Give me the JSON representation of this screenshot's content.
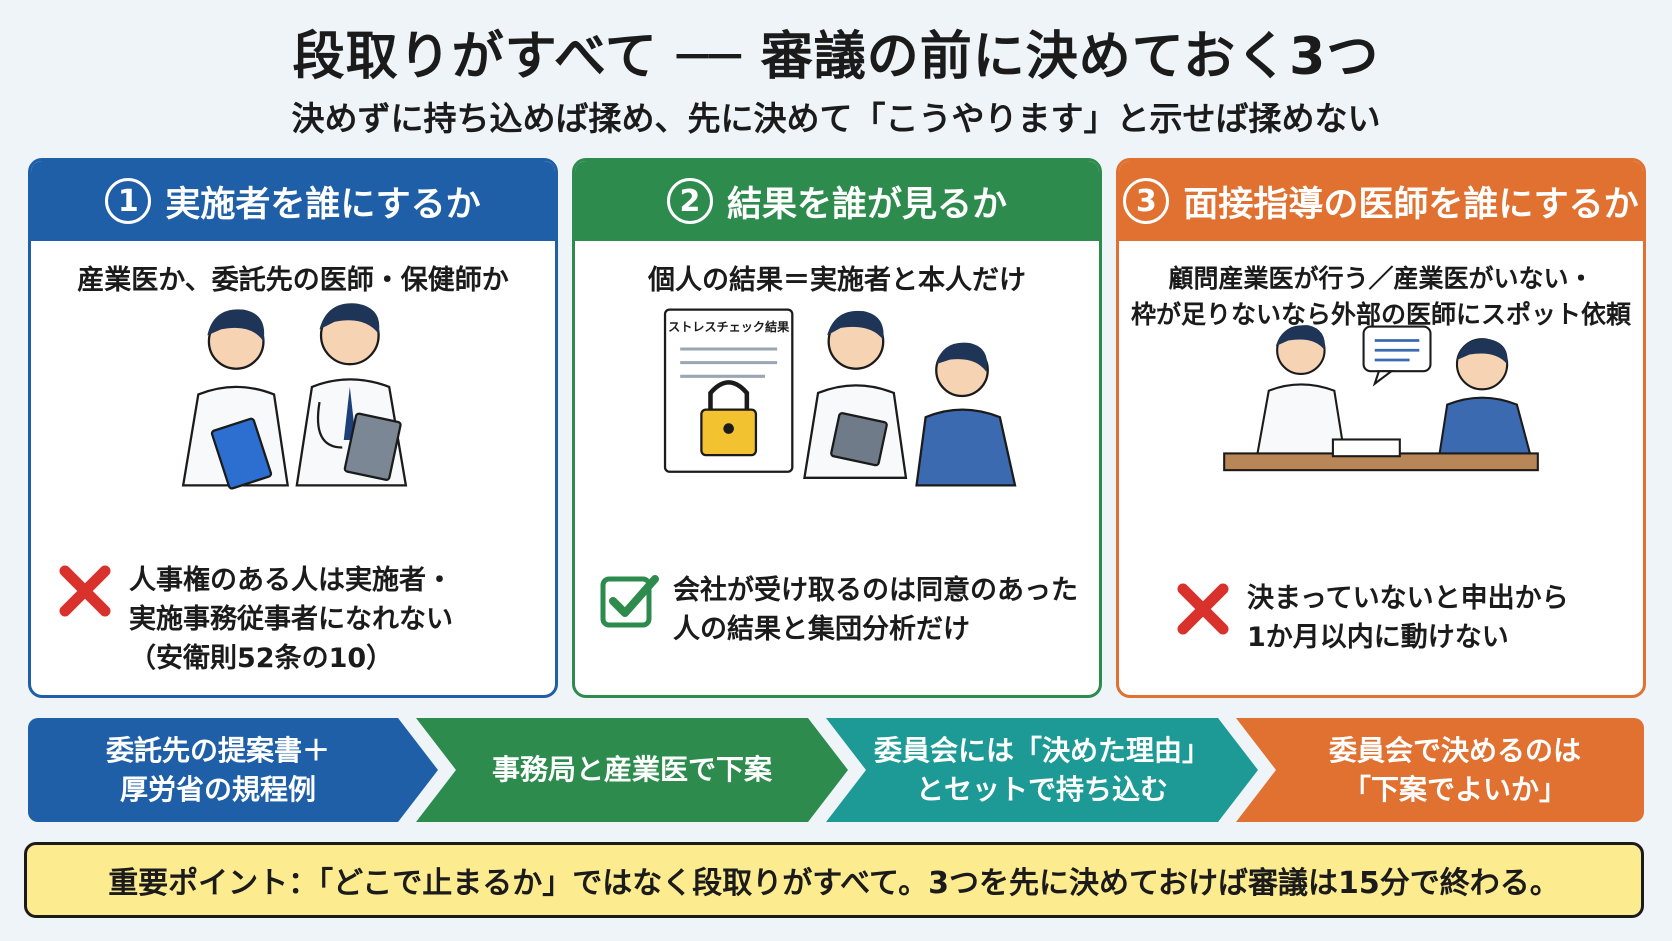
{
  "title": "段取りがすべて ── 審議の前に決めておく3つ",
  "subtitle": "決めずに持ち込めば揉め、先に決めて「こうやります」と示せば揉めない",
  "colors": {
    "blue": "#1f5fa8",
    "green": "#2e8b4e",
    "orange": "#e07130",
    "teal": "#1e9a96",
    "yellow": "#fcec8f"
  },
  "cards": [
    {
      "num": "1",
      "heading": "実施者を誰にするか",
      "lead": "産業医か、委託先の医師・保健師か",
      "mark_icon": "cross-icon",
      "note_lines": [
        "人事権のある人は実施者・",
        "実施事務従事者になれない",
        "（安衛則52条の10）"
      ]
    },
    {
      "num": "2",
      "heading": "結果を誰が見るか",
      "lead": "個人の結果＝実施者と本人だけ",
      "doc_label": "ストレスチェック結果",
      "mark_icon": "check-icon",
      "note_lines": [
        "会社が受け取るのは同意のあった",
        "人の結果と集団分析だけ"
      ]
    },
    {
      "num": "3",
      "heading": "面接指導の医師を誰にするか",
      "lead": "顧問産業医が行う／産業医がいない・\n枠が足りないなら外部の医師にスポット依頼",
      "mark_icon": "cross-icon",
      "note_lines": [
        "決まっていないと申出から",
        "1か月以内に動けない"
      ]
    }
  ],
  "flow": [
    {
      "label": "委託先の提案書＋\n厚労省の規程例"
    },
    {
      "label": "事務局と産業医で下案"
    },
    {
      "label": "委員会には「決めた理由」\nとセットで持ち込む"
    },
    {
      "label": "委員会で決めるのは\n「下案でよいか」"
    }
  ],
  "bottom_note": "重要ポイント：「どこで止まるか」ではなく段取りがすべて。3つを先に決めておけば審議は15分で終わる。"
}
